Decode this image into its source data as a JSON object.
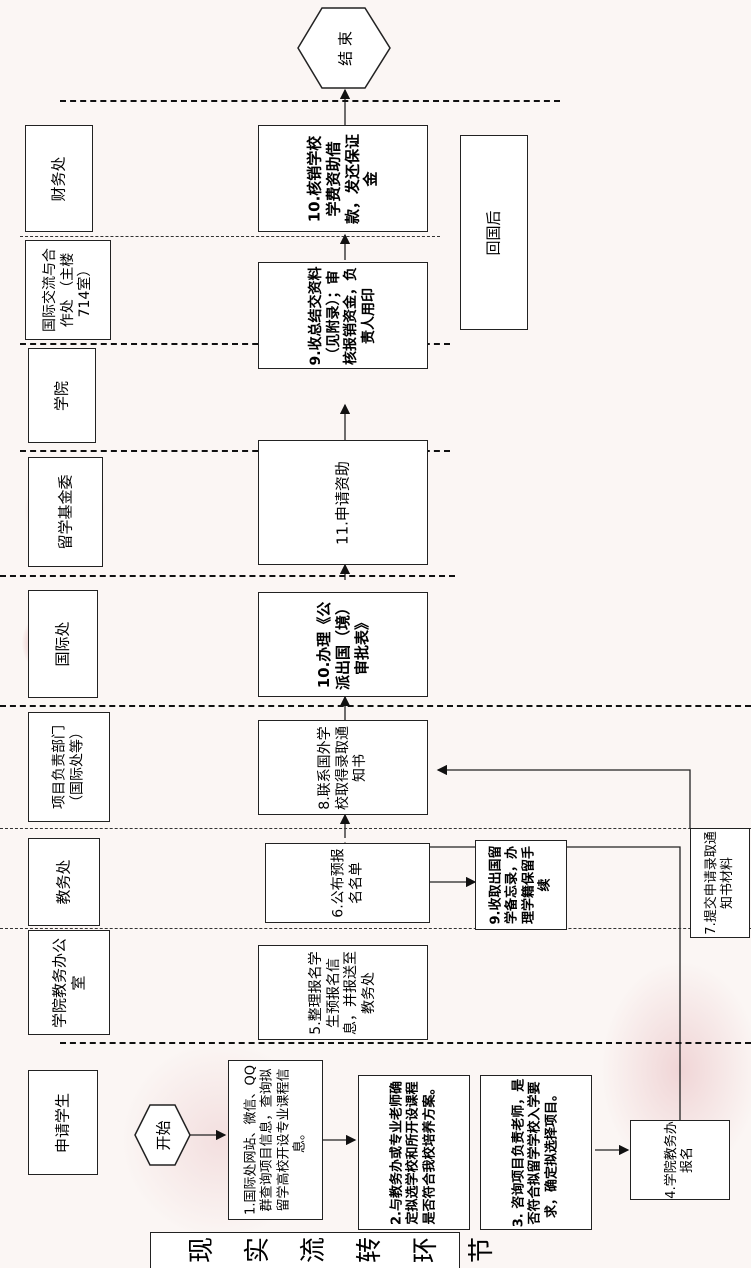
{
  "lanes": {
    "applicant": "申请学生",
    "college_office": "学院教务办公室",
    "academic_affairs": "教务处",
    "project_dept": "项目负责部门（国际处等）",
    "intl_office": "国际处",
    "csc": "留学基金委",
    "college": "学院",
    "intl_exchange": "国际交流与合作处 （主楼714室）",
    "finance": "财务处"
  },
  "steps": {
    "start": "开始",
    "step1": "1.国际处网站、微信、QQ群查询项目信息，查询拟留学高校开设专业课程信息。",
    "step2": "2.与教务办或专业老师确定拟选学校和所开设课程是否符合我校培养方案。",
    "step3": "3. 咨询项目负责老师，是否符合拟留学学校入学要求，确定拟选择项目。",
    "step4": "4.学院教务办报名",
    "step5": "5.整理报名学生预报名信息，并报送至教务处",
    "step6": "6.公布预报名名单",
    "step7": "7.提交申请录取通知书材料",
    "step8": "8.联系国外学校取得录取通知书",
    "step9a": "9.收取出国留学备忘录，办理学籍保留手续",
    "step10a": "10.办理《公派出国（境）审批表》",
    "step11": "11.申请资助",
    "step9b": "9.收总结交资料（见附录）；审核报销资金，负责人用印",
    "step10b": "10.核销学校学费资助借款，发还保证金",
    "end": "结 束",
    "back_to_country": "回国后"
  },
  "caption": [
    "现",
    "实",
    "流",
    "转",
    "环",
    "节"
  ]
}
